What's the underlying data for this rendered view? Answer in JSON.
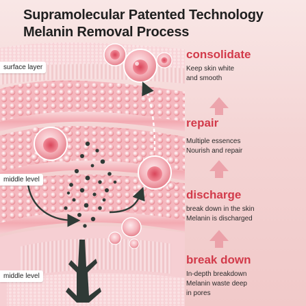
{
  "title": {
    "line1": "Supramolecular Patented Technology",
    "line2": "Melanin Removal Process"
  },
  "layers": {
    "surface": "surface layer",
    "middle_1": "middle level",
    "middle_2": "middle level"
  },
  "steps": [
    {
      "heading": "consolidate",
      "lines": [
        "Keep skin white",
        "and smooth"
      ]
    },
    {
      "heading": "repair",
      "lines": [
        "Multiple essences",
        "Nourish and repair"
      ]
    },
    {
      "heading": "discharge",
      "lines": [
        "break down in the skin",
        "Melanin is discharged"
      ]
    },
    {
      "heading": "break down",
      "lines": [
        "In-depth breakdown",
        "Melanin waste deep",
        "in pores"
      ]
    }
  ],
  "colors": {
    "accent": "#d23a4a",
    "layer_pink": "#f2a9b0",
    "melanin": "#2f3a36"
  }
}
